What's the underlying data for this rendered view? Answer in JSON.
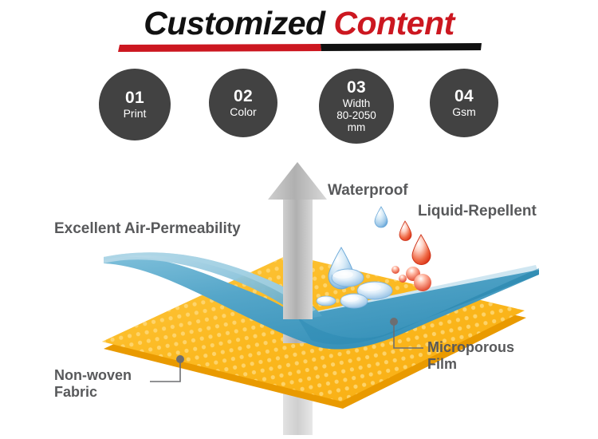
{
  "header": {
    "title_part1": "Customized",
    "title_part2": "Content",
    "rule_red": "#cc1720",
    "rule_black": "#111111"
  },
  "features": {
    "circle_color": "#424242",
    "items": [
      {
        "num": "01",
        "label": "Print",
        "label2": "",
        "label3": ""
      },
      {
        "num": "02",
        "label": "Color",
        "label2": "",
        "label3": ""
      },
      {
        "num": "03",
        "label": "Width",
        "label2": "80-2050",
        "label3": "mm"
      },
      {
        "num": "04",
        "label": "Gsm",
        "label2": "",
        "label3": ""
      }
    ]
  },
  "diagram": {
    "labels": {
      "air_permeability": "Excellent Air-Permeability",
      "waterproof": "Waterproof",
      "liquid_repellent": "Liquid-Repellent",
      "microporous_film_l1": "Microporous",
      "microporous_film_l2": "Film",
      "nonwoven_l1": "Non-woven",
      "nonwoven_l2": "Fabric"
    },
    "colors": {
      "film_blue": "#4ba0c4",
      "film_blue_dark": "#2f8cb5",
      "film_edge": "#1f7fa8",
      "fabric_yellow": "#fbb81e",
      "fabric_dot": "#fdd063",
      "fabric_edge": "#f0a500",
      "arrow_gray": "#b3b3b3",
      "label_gray": "#58595b",
      "water_blue": "#5b9fd6",
      "liquid_red": "#e03a21"
    }
  }
}
